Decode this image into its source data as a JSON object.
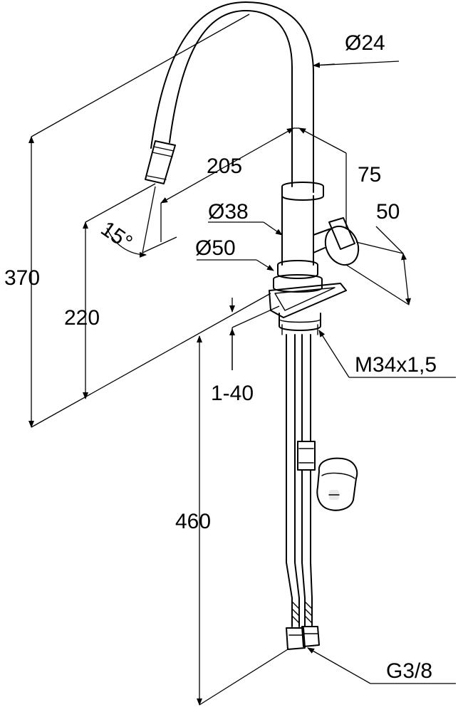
{
  "labels": {
    "spout_diameter": "Ø24",
    "reach": "205",
    "spout_head_offset": "75",
    "handle_offset": "50",
    "body_diameter": "Ø38",
    "base_diameter": "Ø50",
    "total_height": "370",
    "spout_outlet_height": "220",
    "swivel_angle": "15°",
    "deck_thickness": "1-40",
    "thread": "M34x1,5",
    "supply_hose_length": "460",
    "connection_thread": "G3/8"
  }
}
